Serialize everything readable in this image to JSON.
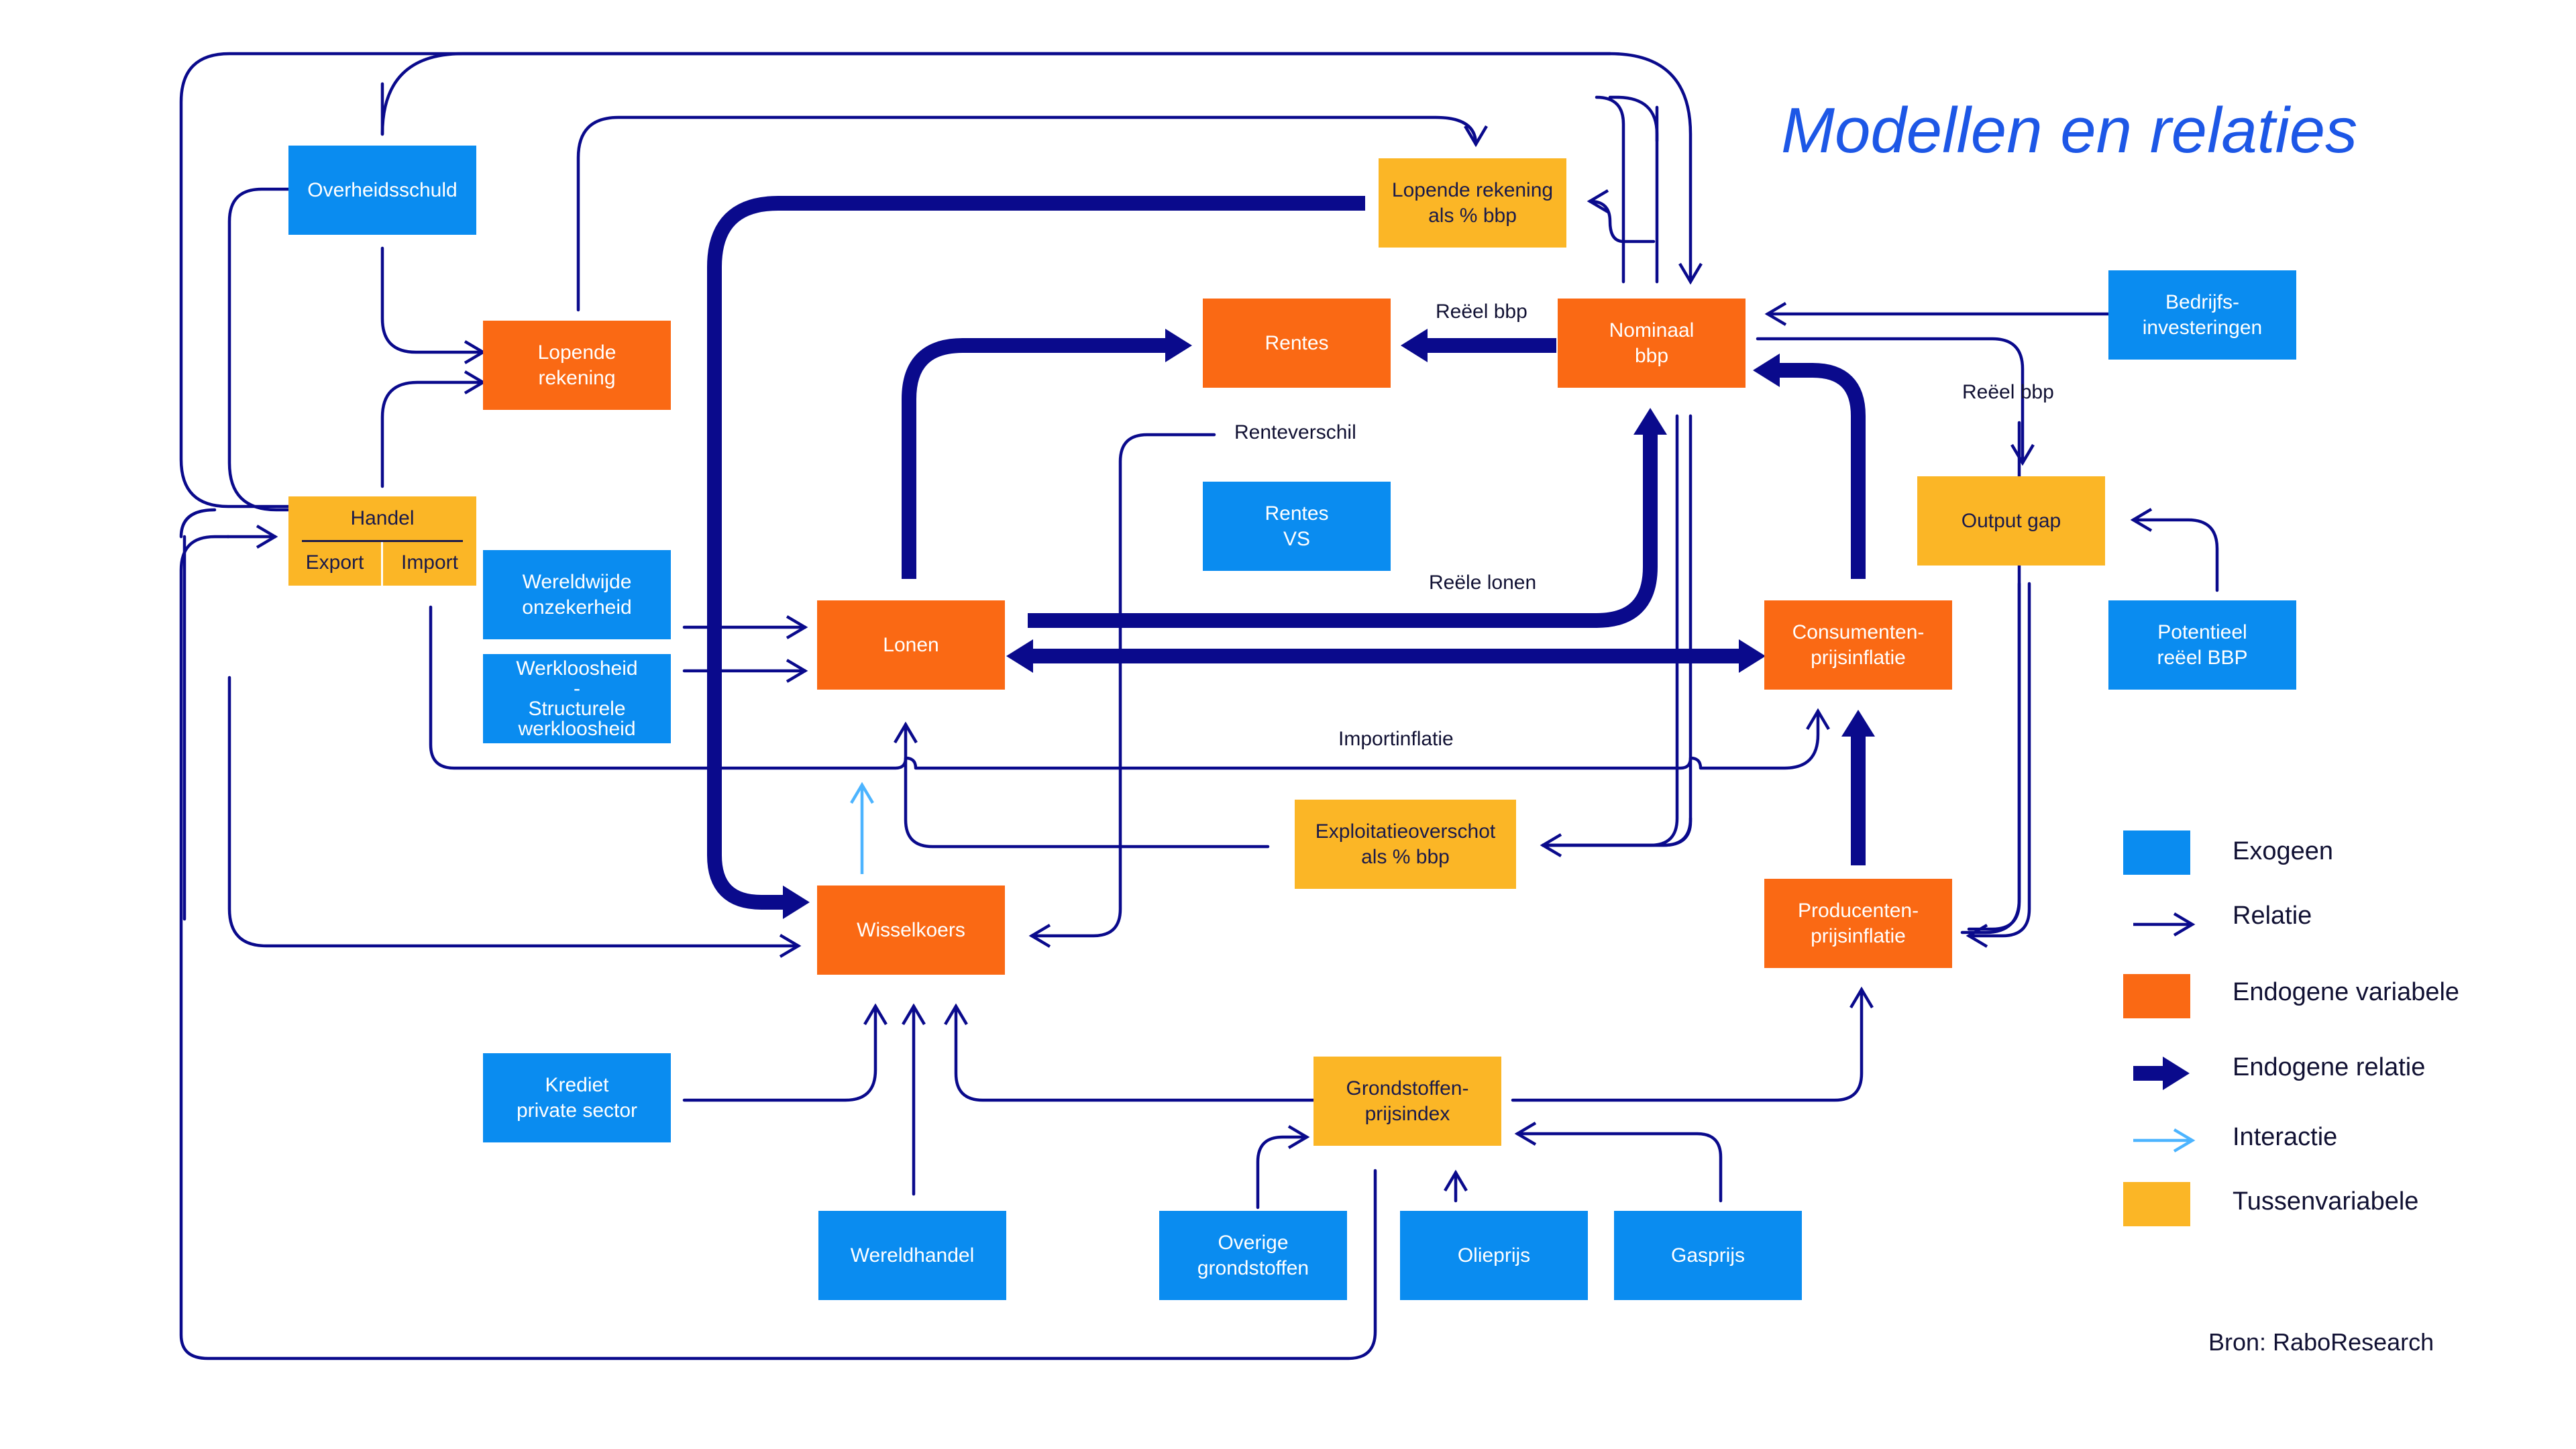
{
  "title": "Modellen en relaties",
  "colors": {
    "exogeen": "#0a8cf0",
    "endogeen": "#fa6914",
    "tussen": "#fbb626",
    "relatie": "#0a0a8c",
    "endogene_relatie": "#0a0a8c",
    "interactie": "#4cb4ff"
  },
  "nodes": {
    "overheidsschuld": "Overheidsschuld",
    "lopende_rekening": "Lopende\nrekening",
    "handel": "Handel",
    "handel_export": "Export",
    "handel_import": "Import",
    "wereldwijde_onzekerheid": "Wereldwijde\nonzekerheid",
    "werkloosheid": "Werkloosheid\n-\nStructurele\nwerkloosheid",
    "krediet_private_sector": "Krediet\nprivate sector",
    "wereldhandel": "Wereldhandel",
    "lonen": "Lonen",
    "wisselkoers": "Wisselkoers",
    "rentes": "Rentes",
    "rentes_vs": "Rentes\nVS",
    "lopende_rekening_bbp": "Lopende rekening\nals % bbp",
    "nominaal_bbp": "Nominaal\nbbp",
    "bedrijfsinvesteringen": "Bedrijfs-\ninvesteringen",
    "output_gap": "Output gap",
    "potentieel_reeel_bbp": "Potentieel\nreëel BBP",
    "consumentenprijsinflatie": "Consumenten-\nprijsinflatie",
    "producentenprijsinflatie": "Producenten-\nprijsinflatie",
    "exploitatieoverschot": "Exploitatieoverschot\nals % bbp",
    "grondstoffenprijsindex": "Grondstoffen-\nprijsindex",
    "overige_grondstoffen": "Overige\ngrondstoffen",
    "olieprijs": "Olieprijs",
    "gasprijs": "Gasprijs"
  },
  "edge_labels": {
    "reeel_bbp_rentes": "Reëel bbp",
    "reeel_bbp_output": "Reëel bbp",
    "renteverschil": "Renteverschil",
    "reele_lonen": "Reële lonen",
    "importinflatie": "Importinflatie"
  },
  "legend": {
    "exogeen": "Exogeen",
    "relatie": "Relatie",
    "endogene_variabele": "Endogene variabele",
    "endogene_relatie": "Endogene relatie",
    "interactie": "Interactie",
    "tussenvariabele": "Tussenvariabele"
  },
  "source": "Bron: RaboResearch"
}
